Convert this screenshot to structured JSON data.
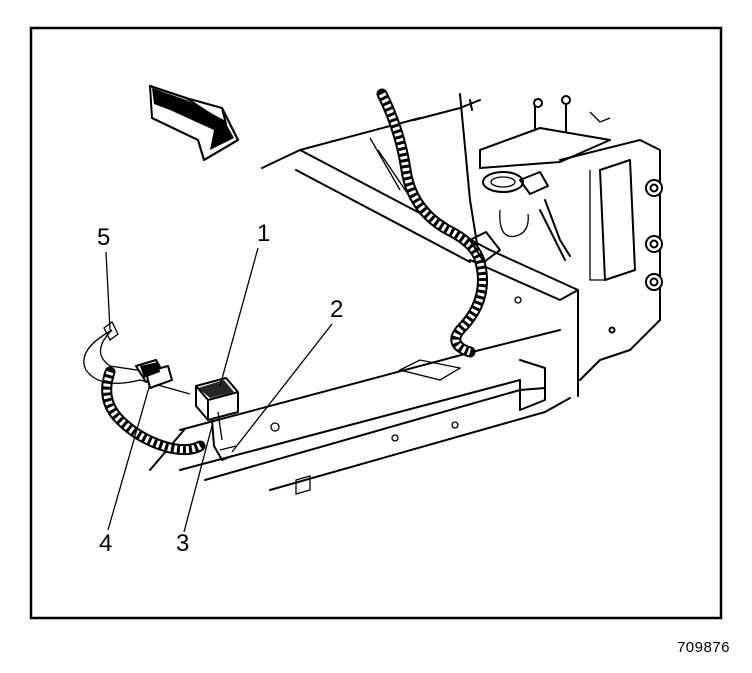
{
  "callouts": [
    {
      "id": "1",
      "label": "1"
    },
    {
      "id": "2",
      "label": "2"
    },
    {
      "id": "3",
      "label": "3"
    },
    {
      "id": "4",
      "label": "4"
    },
    {
      "id": "5",
      "label": "5"
    }
  ],
  "figure_number": "709876",
  "icons": {
    "direction": "forward-arrow-icon",
    "sensor": "sensor-module-icon",
    "connector": "electrical-connector-icon",
    "harness": "wiring-harness-icon",
    "frame": "vehicle-frame-rail-icon"
  }
}
